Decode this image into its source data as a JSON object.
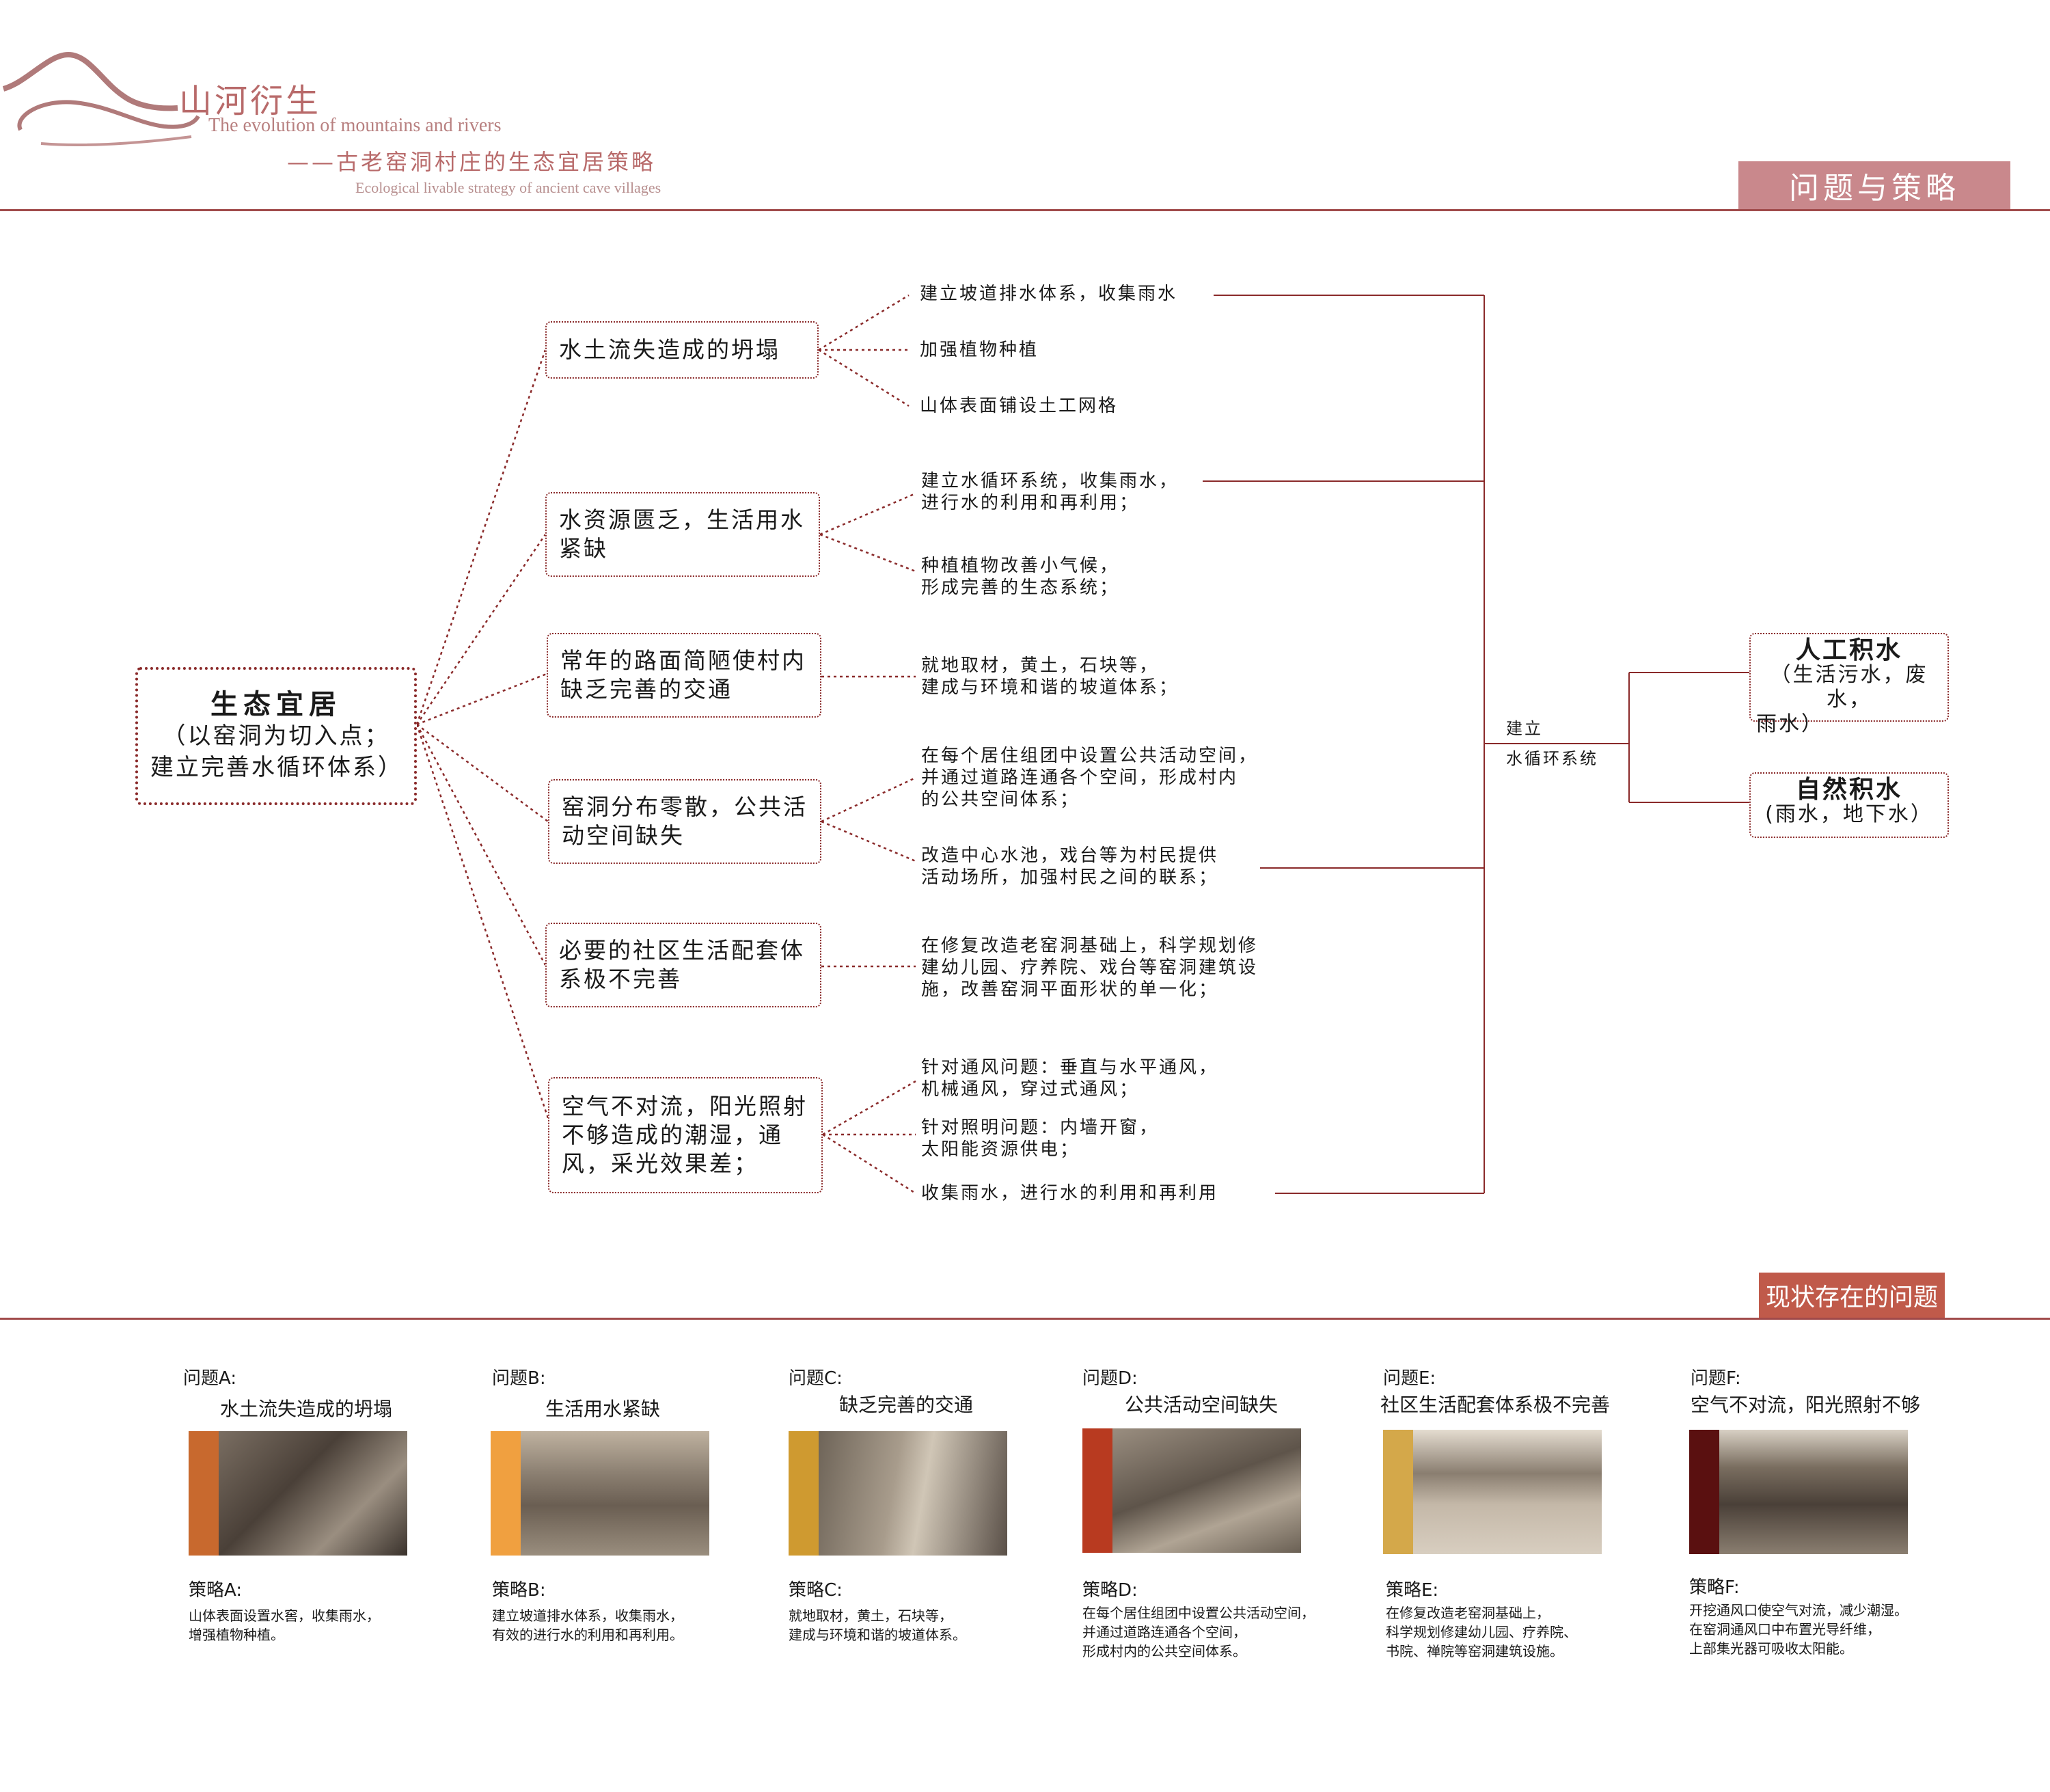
{
  "header": {
    "title_cn": "山河衍生",
    "title_en": "The evolution of mountains and rivers",
    "subtitle_cn": "——古老窑洞村庄的生态宜居策略",
    "subtitle_en": "Ecological livable strategy of ancient cave villages",
    "section_tag": "问题与策略",
    "logo_color": "#b07a7a",
    "accent_color": "#a04a4a"
  },
  "root": {
    "main": "生态宜居",
    "line1": "（以窑洞为切入点；",
    "line2": "建立完善水循环体系）"
  },
  "problems": [
    "水土流失造成的坍塌",
    "水资源匮乏，生活用水紧缺",
    "常年的路面简陋使村内缺乏完善的交通",
    "窑洞分布零散，公共活动空间缺失",
    "必要的社区生活配套体系极不完善",
    "空气不对流，阳光照射不够造成的潮湿，通风，采光效果差；"
  ],
  "strategies": {
    "s1": "建立坡道排水体系，收集雨水",
    "s2": "加强植物种植",
    "s3": "山体表面铺设土工网格",
    "s4a": "建立水循环系统，收集雨水，",
    "s4b": "进行水的利用和再利用；",
    "s5a": "种植植物改善小气候，",
    "s5b": "形成完善的生态系统；",
    "s6a": "就地取材，黄土，石块等，",
    "s6b": "建成与环境和谐的坡道体系；",
    "s7a": "在每个居住组团中设置公共活动空间，",
    "s7b": "并通过道路连通各个空间，形成村内",
    "s7c": "的公共空间体系；",
    "s8a": "改造中心水池，戏台等为村民提供",
    "s8b": "活动场所，加强村民之间的联系；",
    "s9a": "在修复改造老窑洞基础上，科学规划修",
    "s9b": "建幼儿园、疗养院、戏台等窑洞建筑设",
    "s9c": "施，改善窑洞平面形状的单一化；",
    "s10a": "针对通风问题：垂直与水平通风，",
    "s10b": "机械通风，穿过式通风；",
    "s11a": "针对照明问题：内墙开窗，",
    "s11b": "太阳能资源供电；",
    "s12": "收集雨水，进行水的利用和再利用"
  },
  "system": {
    "label_a": "建立",
    "label_b": "水循环系统"
  },
  "water_sources": [
    {
      "title": "人工积水",
      "detail_a": "（生活污水，废水，",
      "detail_b": "雨水）"
    },
    {
      "title": "自然积水",
      "detail_a": "(雨水，地下水）",
      "detail_b": ""
    }
  ],
  "bottom": {
    "section_tag": "现状存在的问题",
    "cards": [
      {
        "id": "问题A:",
        "title": "水土流失造成的坍塌",
        "stripe": "#c8692e",
        "strategy_id": "策略A:",
        "strategy": [
          "山体表面设置水窖，收集雨水，",
          "增强植物种植。"
        ]
      },
      {
        "id": "问题B:",
        "title": "生活用水紧缺",
        "stripe": "#f0a040",
        "strategy_id": "策略B:",
        "strategy": [
          "建立坡道排水体系，收集雨水，",
          "有效的进行水的利用和再利用。"
        ]
      },
      {
        "id": "问题C:",
        "title": "缺乏完善的交通",
        "stripe": "#cf9a30",
        "strategy_id": "策略C:",
        "strategy": [
          "就地取材，黄土，石块等，",
          "建成与环境和谐的坡道体系。"
        ]
      },
      {
        "id": "问题D:",
        "title": "公共活动空间缺失",
        "stripe": "#b83a20",
        "strategy_id": "策略D:",
        "strategy": [
          "在每个居住组团中设置公共活动空间，",
          "并通过道路连通各个空间，",
          "形成村内的公共空间体系。"
        ]
      },
      {
        "id": "问题E:",
        "title": "社区生活配套体系极不完善",
        "stripe": "#d4a84a",
        "strategy_id": "策略E:",
        "strategy": [
          "在修复改造老窑洞基础上，",
          "科学规划修建幼儿园、疗养院、",
          "书院、禅院等窑洞建筑设施。"
        ]
      },
      {
        "id": "问题F:",
        "title": "空气不对流，阳光照射不够",
        "stripe": "#5a1010",
        "strategy_id": "策略F:",
        "strategy": [
          "开挖通风口使空气对流，减少潮湿。",
          "在窑洞通风口中布置光导纤维，",
          "上部集光器可吸收太阳能。"
        ]
      }
    ]
  }
}
